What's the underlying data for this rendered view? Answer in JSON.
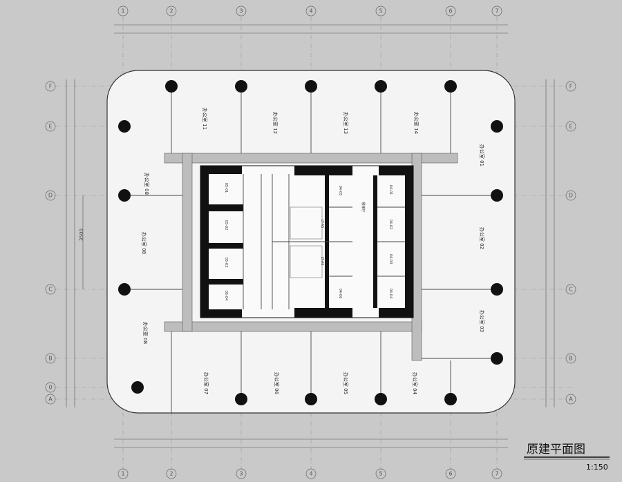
{
  "title": "原建平面图",
  "scale": "1:150",
  "dimension_label": "3500",
  "grid_columns": [
    "1",
    "2",
    "3",
    "4",
    "5",
    "6",
    "7"
  ],
  "grid_rows": [
    "F",
    "E",
    "D",
    "C",
    "B",
    "0",
    "A"
  ],
  "rooms": {
    "top": [
      "办公室 11",
      "办公室 12",
      "办公室 13",
      "办公室 14"
    ],
    "top_right": "办公室 01",
    "left_upper": "办公室 08",
    "left_mid": "办公室 08",
    "left_lower": "办公室 08",
    "right_upper": "办公室 02",
    "right_lower": "办公室 03",
    "bottom": [
      "办公室 07",
      "办公室 06",
      "办公室 05",
      "办公室 04"
    ]
  },
  "core": {
    "shafts_left": [
      "05-01",
      "05-02",
      "05-03",
      "05-04"
    ],
    "lifts_mid": [
      "LT-A5",
      "LT-A6"
    ],
    "elevator_lobby": "候梯厅",
    "lifts_right": [
      "04-01",
      "04-02",
      "04-03",
      "04-04",
      "04-05",
      "04-06"
    ]
  }
}
